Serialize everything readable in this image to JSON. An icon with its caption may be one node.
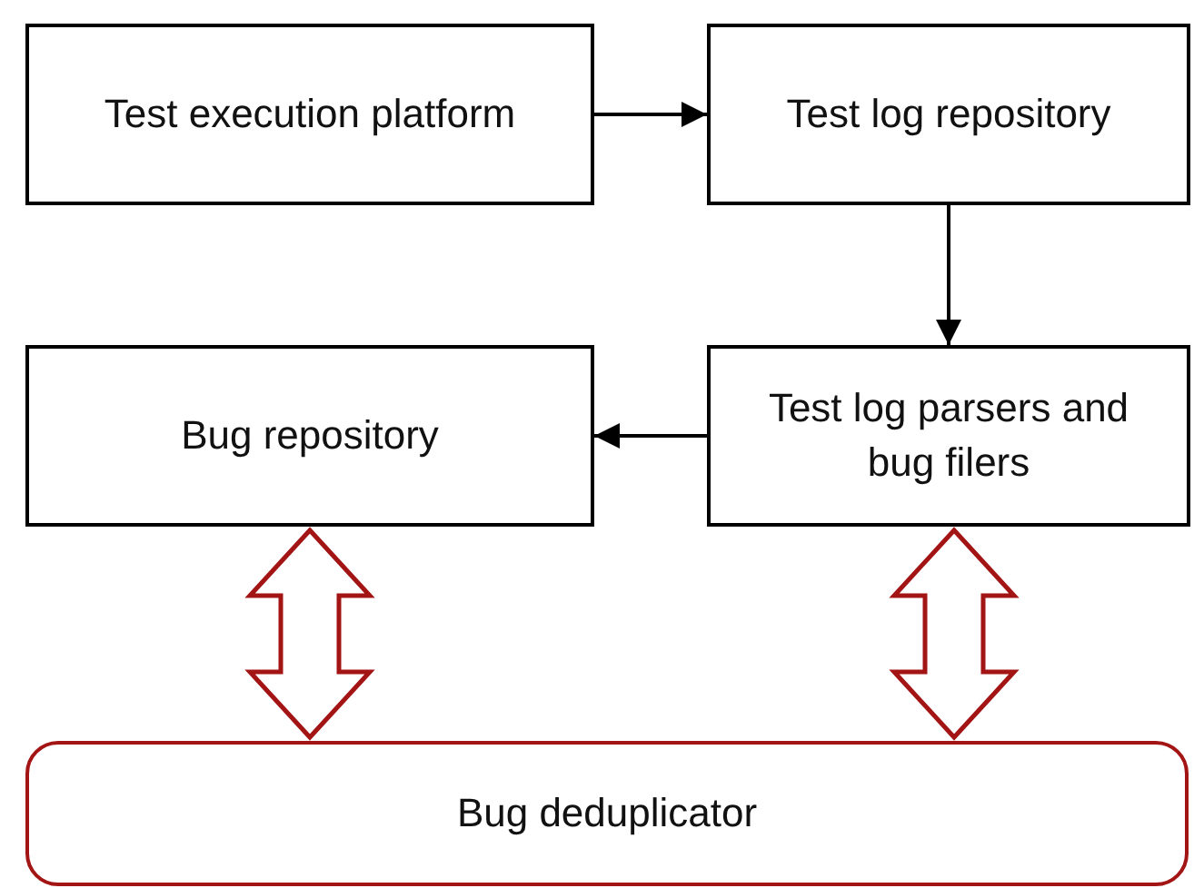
{
  "diagram": {
    "nodes": [
      {
        "text": [
          "Test execution platform"
        ]
      },
      {
        "text": [
          "Test log repository"
        ]
      },
      {
        "text": [
          "Test log parsers and bug filers"
        ]
      },
      {
        "text": [
          "Bug repository"
        ]
      },
      {
        "text": [
          "Bug deduplicator"
        ]
      }
    ],
    "edges": [
      {
        "from": 0,
        "to": 1,
        "arrow": "to"
      },
      {
        "from": 1,
        "to": 2,
        "arrow": "to"
      },
      {
        "from": 2,
        "to": 3,
        "arrow": "to"
      },
      {
        "from": 3,
        "to": 4,
        "arrow": "both",
        "style": "thick",
        "color": "#a31515"
      },
      {
        "from": 2,
        "to": 4,
        "arrow": "both",
        "style": "thick",
        "color": "#a31515"
      }
    ]
  }
}
